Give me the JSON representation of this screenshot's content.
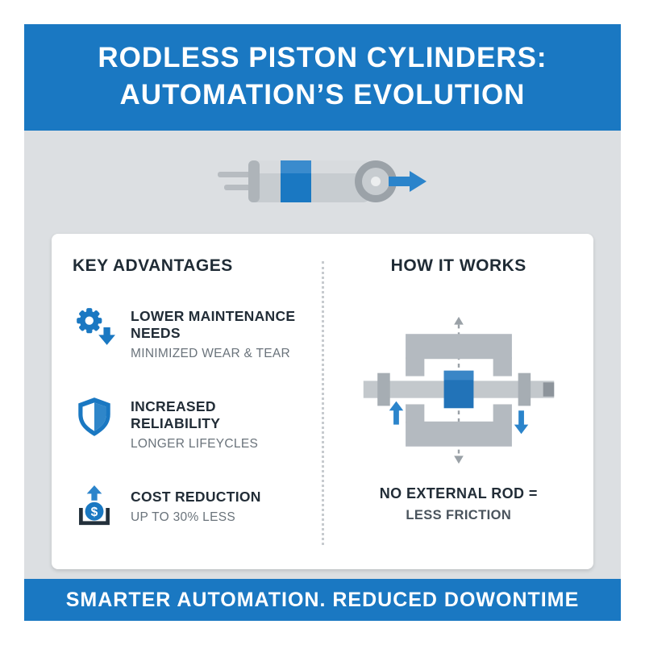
{
  "colors": {
    "accent_blue": "#1a78c2",
    "arrow_blue": "#2b84cb",
    "dark_navy": "#1f2b35",
    "body_gray": "#dcdfe2",
    "subtext_gray": "#6a737b"
  },
  "header": {
    "title_line1": "RODLESS PISTON CYLINDERS:",
    "title_line2": "AUTOMATION’S EVOLUTION"
  },
  "advantages": {
    "heading": "KEY ADVANTAGES",
    "items": [
      {
        "icon": "gear-down-icon",
        "title": "LOWER MAINTENANCE NEEDS",
        "subtitle": "MINIMIZED WEAR & TEAR"
      },
      {
        "icon": "shield-icon",
        "title": "INCREASED RELIABILITY",
        "subtitle": "LONGER LIFEYCLES"
      },
      {
        "icon": "savings-icon",
        "title": "COST REDUCTION",
        "subtitle": "UP TO 30% LESS"
      }
    ]
  },
  "how_it_works": {
    "heading": "HOW IT WORKS",
    "caption_line1": "NO EXTERNAL ROD =",
    "caption_line2": "LESS FRICTION"
  },
  "footer": {
    "tagline": "SMARTER AUTOMATION. REDUCED DOWONTIME"
  },
  "dollar_sign": "$"
}
